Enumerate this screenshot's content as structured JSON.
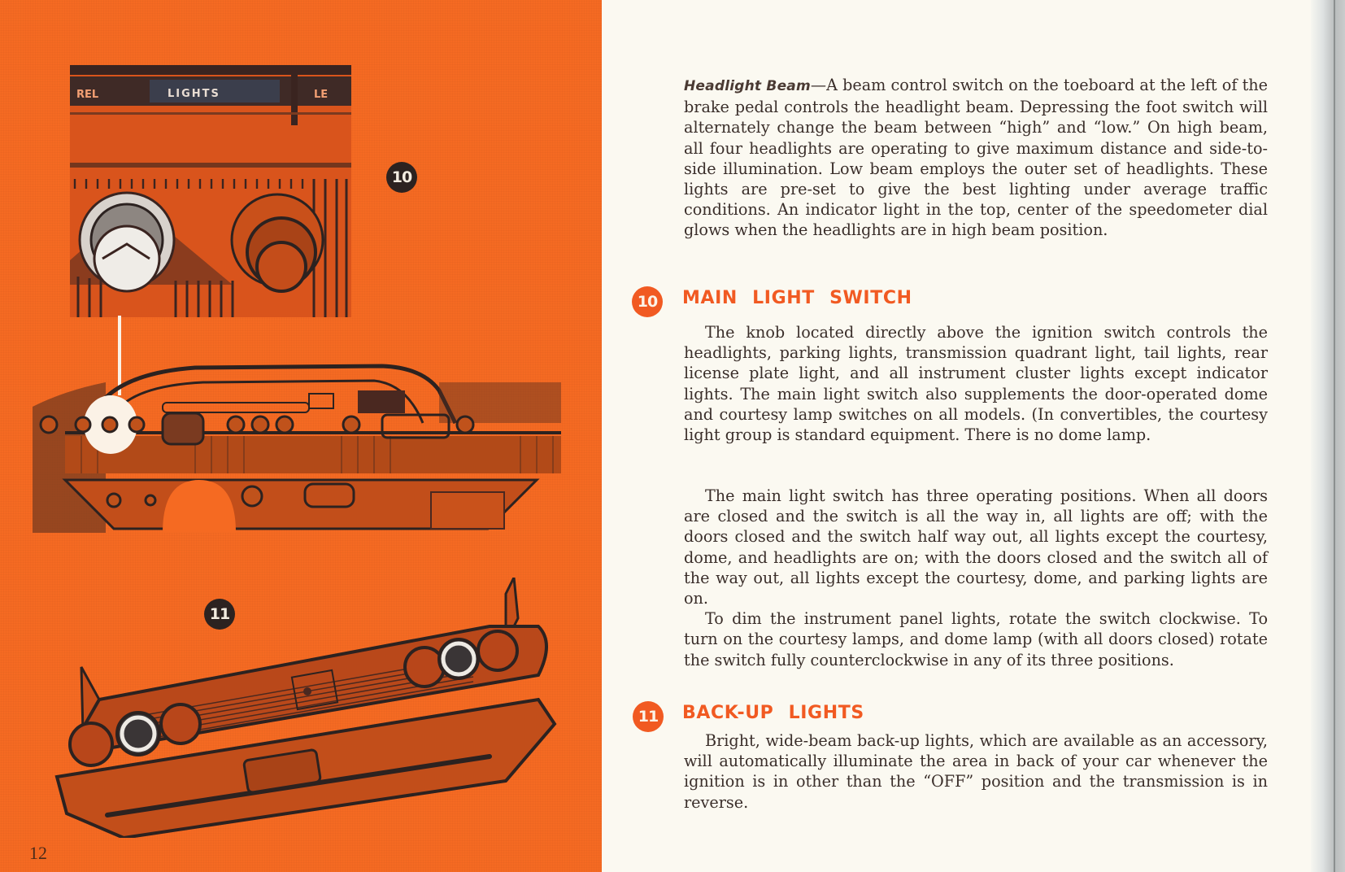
{
  "left_page": {
    "page_number": "12",
    "background_color": "#f56a22",
    "callouts": [
      {
        "id": "10",
        "label": "10"
      },
      {
        "id": "11",
        "label": "11"
      }
    ],
    "illustrations": {
      "closeup": {
        "description": "Close-up of instrument panel knobs (main light switch)",
        "panel_labels": [
          "REL",
          "LIGHTS",
          "LE"
        ]
      },
      "dashboard": {
        "description": "Full instrument panel / dashboard view with highlighted light switch area"
      },
      "rear_bumper": {
        "description": "Rear end of car showing tail lights and back-up lights"
      }
    }
  },
  "right_page": {
    "intro": {
      "run_in_head": "Headlight Beam",
      "body": "—A beam control switch on the toeboard at the left of the brake pedal controls the headlight beam. Depressing the foot switch will alternately change the beam between “high” and “low.” On high beam, all four headlights are operating to give maximum distance and side-to-side illumination. Low beam employs the outer set of headlights. These lights are pre-set to give the best lighting under average traffic conditions. An indicator light in the top, center of the speedometer dial glows when the headlights are in high beam position."
    },
    "sections": [
      {
        "number": "10",
        "title": "MAIN LIGHT SWITCH",
        "paragraphs": [
          "The knob located directly above the ignition switch controls the headlights, parking lights, transmission quadrant light, tail lights, rear license plate light, and all instrument cluster lights except indicator lights. The main light switch also supplements the door-operated dome and courtesy lamp switches on all models. (In convertibles, the courtesy light group is standard equipment. There is no dome lamp.",
          "The main light switch has three operating positions. When all doors are closed and the switch is all the way in, all lights are off; with the doors closed and the switch half way out, all lights except the courtesy, dome, and headlights are on; with the doors closed and the switch all of the way out, all lights except the courtesy, dome, and parking lights are on.",
          "To dim the instrument panel lights, rotate the switch clockwise. To turn on the courtesy lamps, and dome lamp (with all doors closed) rotate the switch fully counterclockwise in any of its three positions."
        ]
      },
      {
        "number": "11",
        "title": "BACK-UP LIGHTS",
        "paragraphs": [
          "Bright, wide-beam back-up lights, which are available as an accessory, will automatically illuminate the area in back of your car whenever the ignition is in other than the “OFF” position and the transmission is in reverse."
        ]
      }
    ],
    "colors": {
      "heading_accent": "#f15a22",
      "body_text": "#3a2e2a",
      "paper": "#fbf9f1"
    }
  }
}
